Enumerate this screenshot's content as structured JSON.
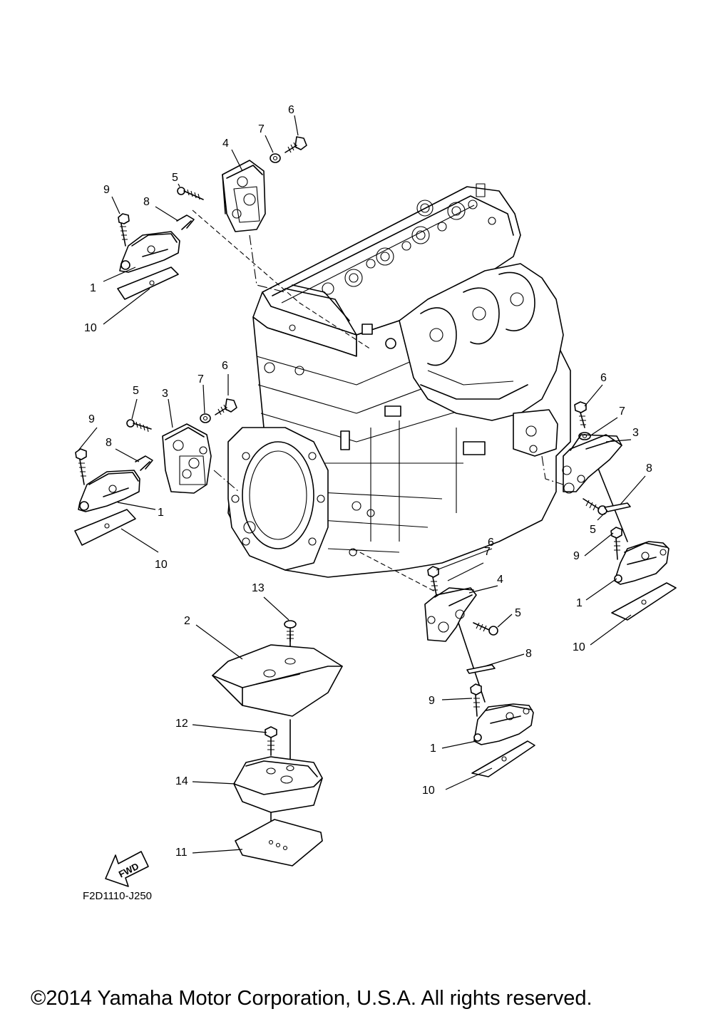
{
  "diagram": {
    "code": "F2D1110-J250",
    "copyright": "©2014 Yamaha Motor Corporation, U.S.A. All rights reserved.",
    "fwd_label": "FWD",
    "callouts": [
      "1",
      "2",
      "3",
      "4",
      "5",
      "6",
      "7",
      "8",
      "9",
      "10",
      "11",
      "12",
      "13",
      "14"
    ]
  }
}
